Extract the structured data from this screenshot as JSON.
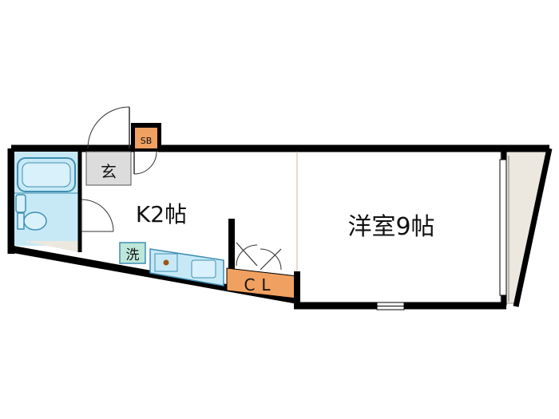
{
  "rooms": {
    "western_room": "洋室9帖",
    "kitchen": "K2帖",
    "entrance": "玄",
    "closet": "CL",
    "shoe_storage": "SB",
    "washer": "洗"
  },
  "colors": {
    "wall": "#000000",
    "bath": "#c7e9f6",
    "bath_border": "#3f8fb4",
    "closet": "#f0a060",
    "entrance": "#dcdcdc",
    "balcony": "#ece7df",
    "washer": "#bde7d8",
    "sink": "#c7e9f6"
  }
}
